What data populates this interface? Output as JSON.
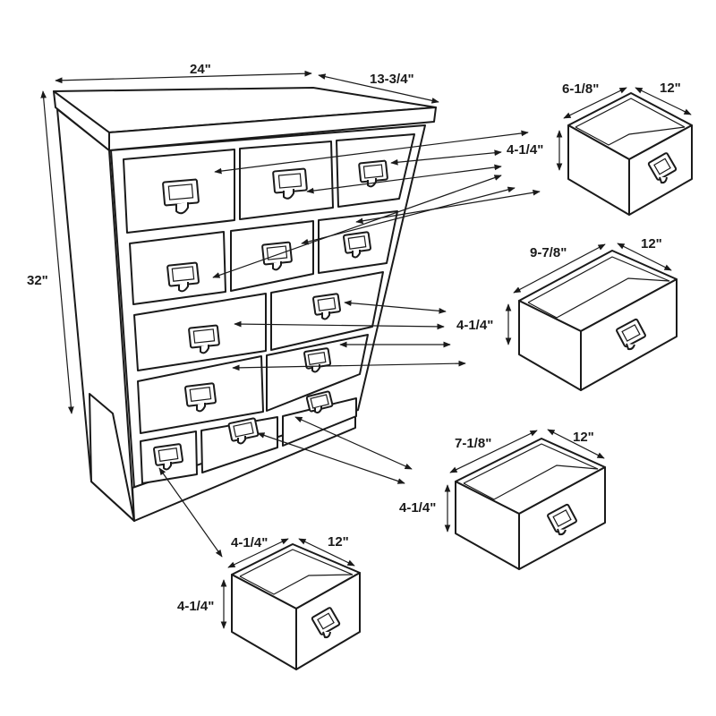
{
  "dresser": {
    "width": "24\"",
    "depth": "13-3/4\"",
    "height": "32\""
  },
  "drawers": [
    {
      "id": "small-top",
      "width": "6-1/8\"",
      "depth": "12\"",
      "height": "4-1/4\""
    },
    {
      "id": "large",
      "width": "9-7/8\"",
      "depth": "12\"",
      "height": "4-1/4\""
    },
    {
      "id": "medium",
      "width": "7-1/8\"",
      "depth": "12\"",
      "height": "4-1/4\""
    },
    {
      "id": "small-bottom",
      "width": "4-1/4\"",
      "depth": "12\"",
      "height": "4-1/4\""
    }
  ],
  "colors": {
    "line": "#1a1a1a",
    "background": "#ffffff"
  }
}
